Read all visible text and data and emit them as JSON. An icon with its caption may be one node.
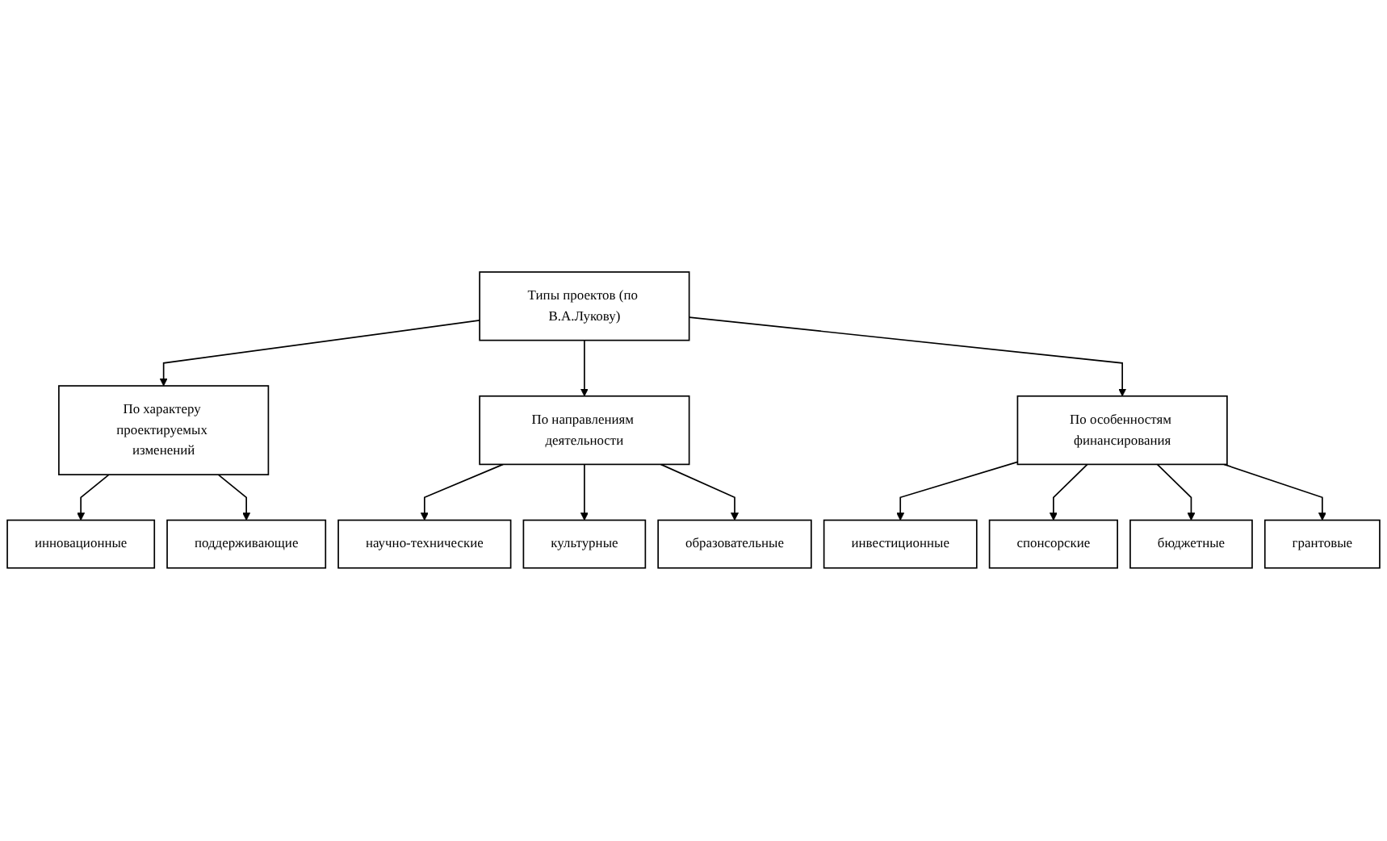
{
  "diagram": {
    "nodes": [
      {
        "text": [
          "Типы проектов (по В.А.Лукову)"
        ]
      },
      {
        "text": [
          "По характеру проектируемых изменений"
        ]
      },
      {
        "text": [
          "По направлениям деятельности"
        ]
      },
      {
        "text": [
          "По особенностям финансирования"
        ]
      },
      {
        "text": [
          "инновационные"
        ]
      },
      {
        "text": [
          "поддерживающие"
        ]
      },
      {
        "text": [
          "научно-технические"
        ]
      },
      {
        "text": [
          "культурные"
        ]
      },
      {
        "text": [
          "образовательные"
        ]
      },
      {
        "text": [
          "инвестиционные"
        ]
      },
      {
        "text": [
          "спонсорские"
        ]
      },
      {
        "text": [
          "бюджетные"
        ]
      },
      {
        "text": [
          "грантовые"
        ]
      }
    ],
    "edges": [
      {
        "from": 0,
        "to": 1,
        "arrow": "to"
      },
      {
        "from": 0,
        "to": 2,
        "arrow": "to"
      },
      {
        "from": 0,
        "to": 3,
        "arrow": "to"
      },
      {
        "from": 1,
        "to": 4,
        "arrow": "to"
      },
      {
        "from": 1,
        "to": 5,
        "arrow": "to"
      },
      {
        "from": 2,
        "to": 6,
        "arrow": "to"
      },
      {
        "from": 2,
        "to": 7,
        "arrow": "to"
      },
      {
        "from": 2,
        "to": 8,
        "arrow": "to"
      },
      {
        "from": 3,
        "to": 9,
        "arrow": "to"
      },
      {
        "from": 3,
        "to": 10,
        "arrow": "to"
      },
      {
        "from": 3,
        "to": 11,
        "arrow": "to"
      },
      {
        "from": 3,
        "to": 12,
        "arrow": "to"
      }
    ]
  }
}
